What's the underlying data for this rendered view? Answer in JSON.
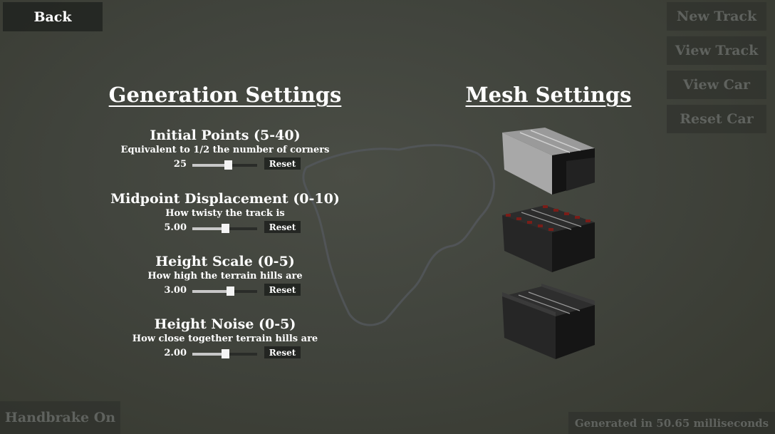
{
  "nav": {
    "back_label": "Back",
    "new_track_label": "New Track",
    "view_track_label": "View Track",
    "view_car_label": "View Car",
    "reset_car_label": "Reset Car"
  },
  "status": {
    "handbrake_label": "Handbrake On",
    "generation_time": "Generated in 50.65 milliseconds"
  },
  "generation": {
    "heading": "Generation Settings",
    "settings": [
      {
        "title": "Initial Points (5-40)",
        "description": "Equivalent to 1/2 the number of corners",
        "value": "25",
        "slider_fraction": 0.55,
        "reset_label": "Reset"
      },
      {
        "title": "Midpoint Displacement (0-10)",
        "description": "How twisty the track is",
        "value": "5.00",
        "slider_fraction": 0.5,
        "reset_label": "Reset"
      },
      {
        "title": "Height Scale (0-5)",
        "description": "How high the terrain hills are",
        "value": "3.00",
        "slider_fraction": 0.58,
        "reset_label": "Reset"
      },
      {
        "title": "Height Noise (0-5)",
        "description": "How close together terrain hills are",
        "value": "2.00",
        "slider_fraction": 0.5,
        "reset_label": "Reset"
      }
    ]
  },
  "mesh": {
    "heading": "Mesh Settings",
    "options": [
      {
        "icon": "track-mesh-plain-icon"
      },
      {
        "icon": "track-mesh-curbed-icon"
      },
      {
        "icon": "track-mesh-walled-icon"
      }
    ]
  },
  "colors": {
    "background": "#41443d",
    "button_bg": "#1c1e1c",
    "disabled_text": "#5f625e",
    "curb_red": "#7a1d18"
  }
}
